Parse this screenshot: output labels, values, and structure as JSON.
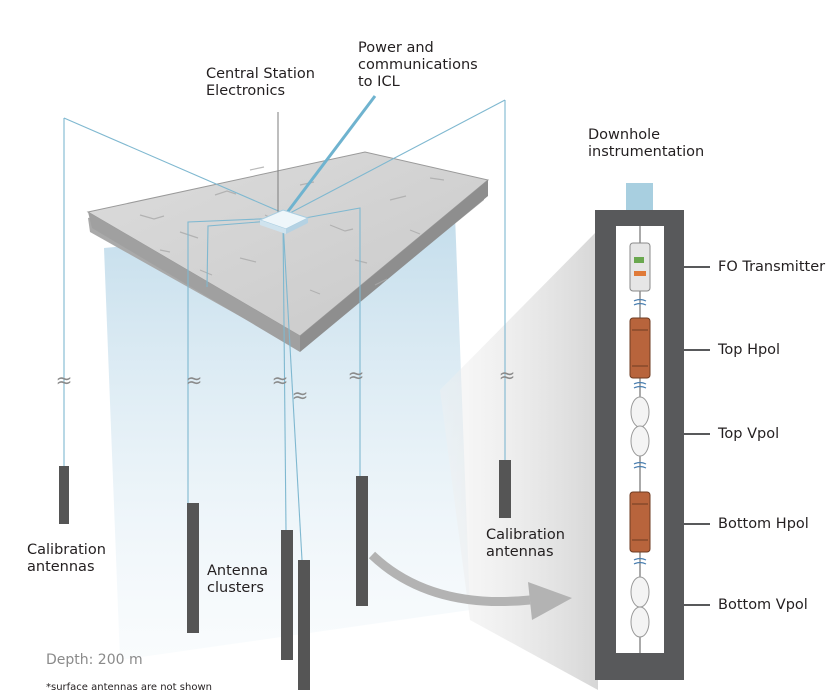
{
  "labels": {
    "central_station": [
      "Central Station",
      "Electronics"
    ],
    "power_comms": [
      "Power and",
      "communications",
      "to ICL"
    ],
    "downhole": [
      "Downhole",
      "instrumentation"
    ],
    "calibration_left": [
      "Calibration",
      "antennas"
    ],
    "calibration_right": [
      "Calibration",
      "antennas"
    ],
    "antenna_clusters": [
      "Antenna",
      "clusters"
    ],
    "depth": "Depth: 200 m",
    "footnote": "*surface antennas are not shown",
    "break_symbol": "≈"
  },
  "downhole_components": [
    "FO Transmitter",
    "Top Hpol",
    "Top Vpol",
    "Bottom Hpol",
    "Bottom Vpol"
  ],
  "colors": {
    "ice_glow": "#cfe3ee",
    "cable": "#7fb8d0",
    "string_gray": "#555555",
    "borehole_frame": "#58595b",
    "ice_surface": "#d9d9d9",
    "hpol_copper": "#b8643c",
    "arrow_gray": "#b3b3b3"
  }
}
